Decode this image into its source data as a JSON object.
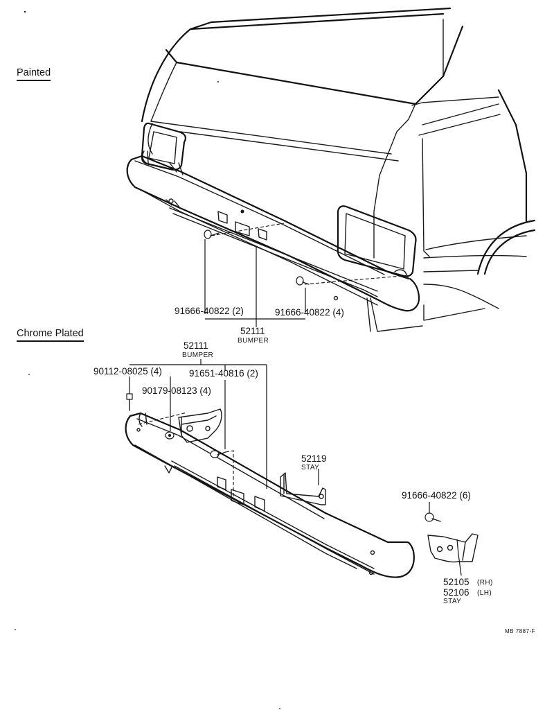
{
  "sections": {
    "painted": "Painted",
    "chrome_plated": "Chrome Plated"
  },
  "painted_parts": {
    "bolt_left": "91666-40822 (2)",
    "bolt_right": "91666-40822 (4)",
    "bumper_number": "52111",
    "bumper_name": "BUMPER"
  },
  "chrome_parts": {
    "bumper_number": "52111",
    "bumper_name": "BUMPER",
    "bolt_a": "90112-08025 (4)",
    "nut_a": "90179-08123 (4)",
    "bolt_b": "91651-40816 (2)",
    "stay_center_number": "52119",
    "stay_center_name": "STAY",
    "bolt_c": "91666-40822 (6)",
    "stay_rh_number": "52105",
    "stay_rh_side": "(RH)",
    "stay_lh_number": "52106",
    "stay_lh_side": "(LH)",
    "stay_side_name": "STAY"
  },
  "reference_code": "MB 7887-F"
}
